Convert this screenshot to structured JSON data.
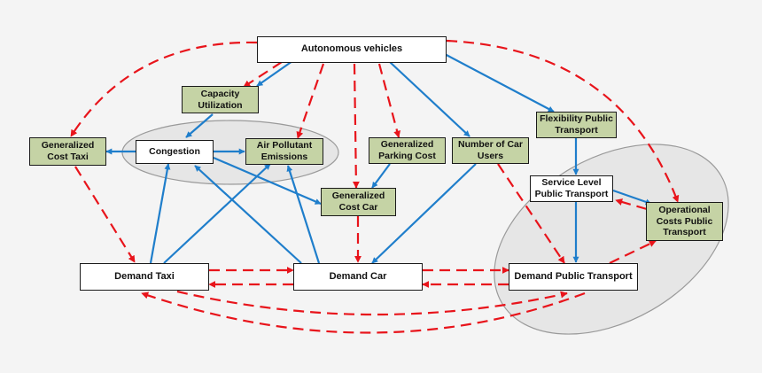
{
  "nodes": {
    "autonomous_vehicles": "Autonomous vehicles",
    "capacity_utilization": "Capacity Utilization",
    "generalized_cost_taxi": "Generalized Cost Taxi",
    "congestion": "Congestion",
    "air_pollutant_emissions": "Air Pollutant Emissions",
    "generalized_parking_cost": "Generalized Parking Cost",
    "number_of_car_users": "Number of Car Users",
    "flexibility_public_transport": "Flexibility Public Transport",
    "service_level_public_transport": "Service Level Public Transport",
    "generalized_cost_car": "Generalized Cost Car",
    "operational_costs_public_transport": "Operational Costs Public Transport",
    "demand_taxi": "Demand Taxi",
    "demand_car": "Demand Car",
    "demand_public_transport": "Demand Public Transport"
  },
  "colors": {
    "box_white": "#ffffff",
    "box_green": "#c5d3a5",
    "arrow_blue": "#1f7ecb",
    "arrow_red": "#e8141b",
    "ellipse_fill": "#e6e6e6",
    "ellipse_stroke": "#9a9a9a"
  }
}
